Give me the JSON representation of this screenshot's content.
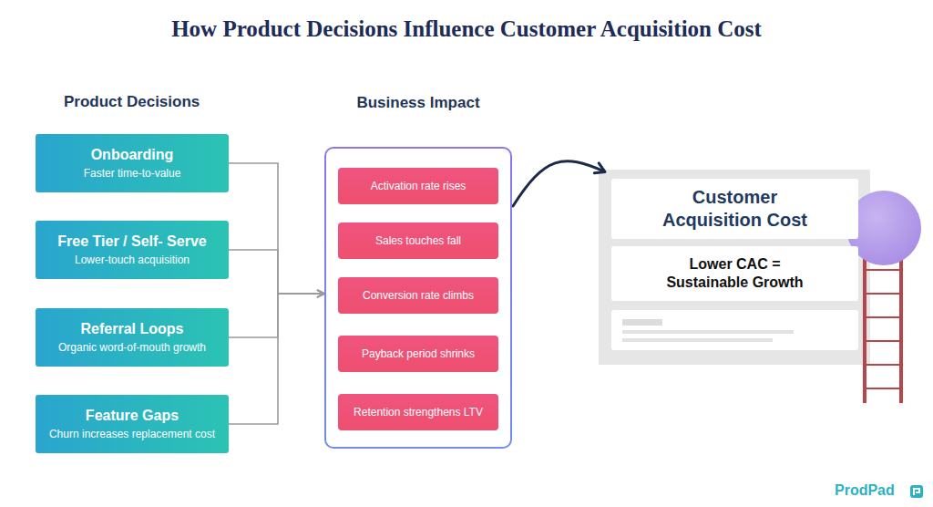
{
  "diagram": {
    "title": "How Product Decisions Influence Customer Acquisition Cost",
    "nodes": [
      {
        "text": [
          "Onboarding",
          "Faster time-to-value"
        ]
      },
      {
        "text": [
          "Free Tier / Self- Serve",
          "Lower-touch acquisition"
        ]
      },
      {
        "text": [
          "Referral Loops",
          "Organic word-of-mouth growth"
        ]
      },
      {
        "text": [
          "Feature Gaps",
          "Churn increases replacement cost"
        ]
      },
      {
        "text": [
          "Business Impact"
        ]
      },
      {
        "text": [
          "Activation rate rises"
        ],
        "in": 4
      },
      {
        "text": [
          "Sales touches fall"
        ],
        "in": 4
      },
      {
        "text": [
          "Conversion rate climbs"
        ],
        "in": 4
      },
      {
        "text": [
          "Payback period shrinks"
        ],
        "in": 4
      },
      {
        "text": [
          "Retention strengthens LTV"
        ],
        "in": 4
      },
      {
        "text": [
          "Customer Acquisition Cost"
        ]
      },
      {
        "text": [
          "Lower CAC = Sustainable Growth"
        ]
      }
    ],
    "edges": [
      {
        "from": 0,
        "to": 4,
        "arrow": "to"
      },
      {
        "from": 1,
        "to": 4,
        "arrow": "to"
      },
      {
        "from": 2,
        "to": 4,
        "arrow": "to"
      },
      {
        "from": 3,
        "to": 4,
        "arrow": "to"
      },
      {
        "from": 4,
        "to": 10,
        "arrow": "to"
      }
    ],
    "labels": [
      "Product Decisions",
      "ProdPad"
    ]
  }
}
